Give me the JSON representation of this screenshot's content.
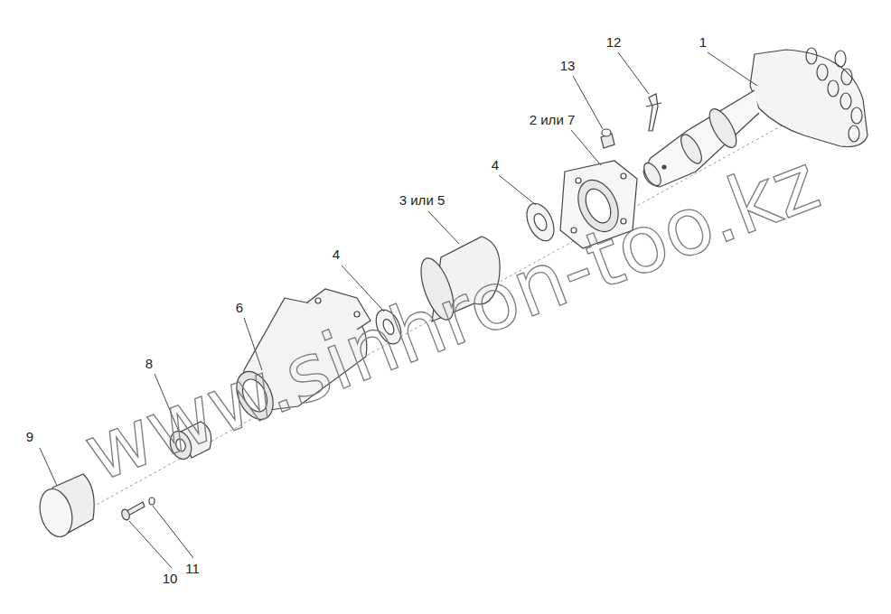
{
  "diagram": {
    "labels": [
      "1",
      "12",
      "13",
      "2 или 7",
      "4",
      "3 или 5",
      "4",
      "6",
      "8",
      "9",
      "10",
      "11",
      "www.sinhron-too.kz"
    ]
  }
}
